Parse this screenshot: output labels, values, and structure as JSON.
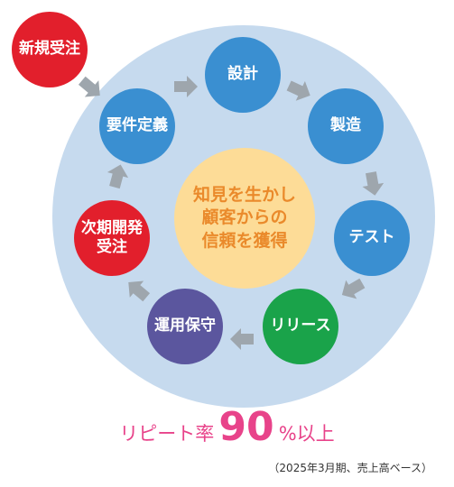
{
  "nodes": [
    {
      "id": "kikaku",
      "label": "設計",
      "color": "#3a8fd1"
    },
    {
      "id": "seizo",
      "label": "製造",
      "color": "#3a8fd1"
    },
    {
      "id": "test",
      "label": "テスト",
      "color": "#3a8fd1"
    },
    {
      "id": "release",
      "label": "リリース",
      "color": "#1aa34a"
    },
    {
      "id": "unyo",
      "label": "運用保守",
      "color": "#5b569e"
    },
    {
      "id": "jiki",
      "label": "次期開発\n受注",
      "color": "#e21f2c"
    },
    {
      "id": "yoken",
      "label": "要件定義",
      "color": "#3a8fd1"
    },
    {
      "id": "shinki",
      "label": "新規受注",
      "color": "#e21f2c"
    }
  ],
  "center": {
    "text": "知見を生かし\n顧客からの\n信頼を獲得",
    "bg": "#fddc97",
    "fg": "#ea8a2b"
  },
  "ring_color": "#c6daee",
  "arrow_color": "#9ea6ad",
  "footer": {
    "prefix": "リピート率",
    "value": "90",
    "suffix": "%以上",
    "note": "（2025年3月期、売上高ベース）",
    "accent": "#e8438a"
  }
}
